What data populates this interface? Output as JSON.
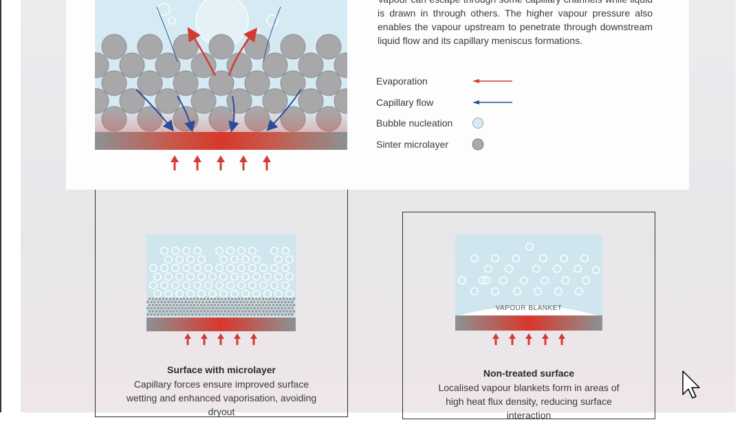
{
  "description": "Vapour can escape through some capillary channels while liquid is drawn in through others. The higher vapour pressure also enables the vapour upstream to penetrate through downstream liquid flow and its capillary meniscus formations.",
  "legend": {
    "items": [
      {
        "label": "Evaporation",
        "icon": "evaporation-arrow",
        "color": "#d23b34"
      },
      {
        "label": "Capillary flow",
        "icon": "capillary-flow-arrow",
        "color": "#2b4c9b"
      },
      {
        "label": "Bubble nucleation",
        "icon": "bubble-circle",
        "color": "#d7eaf3"
      },
      {
        "label": "Sinter microlayer",
        "icon": "sinter-particle",
        "color": "#a9a9ab"
      }
    ]
  },
  "panels": [
    {
      "title": "Surface with microlayer",
      "text": "Capillary forces ensure improved surface wetting and enhanced vaporisation, avoiding dryout"
    },
    {
      "title": "Non-treated surface",
      "illus_label": "VAPOUR BLANKET",
      "text": "Localised vapour blankets form in areas of high heat flux density, reducing surface interaction"
    }
  ],
  "colors": {
    "liquid": "#cfe6ef",
    "heat": "#d8372c",
    "substrate": "#8a8f90",
    "particle": "#a8a8aa"
  }
}
